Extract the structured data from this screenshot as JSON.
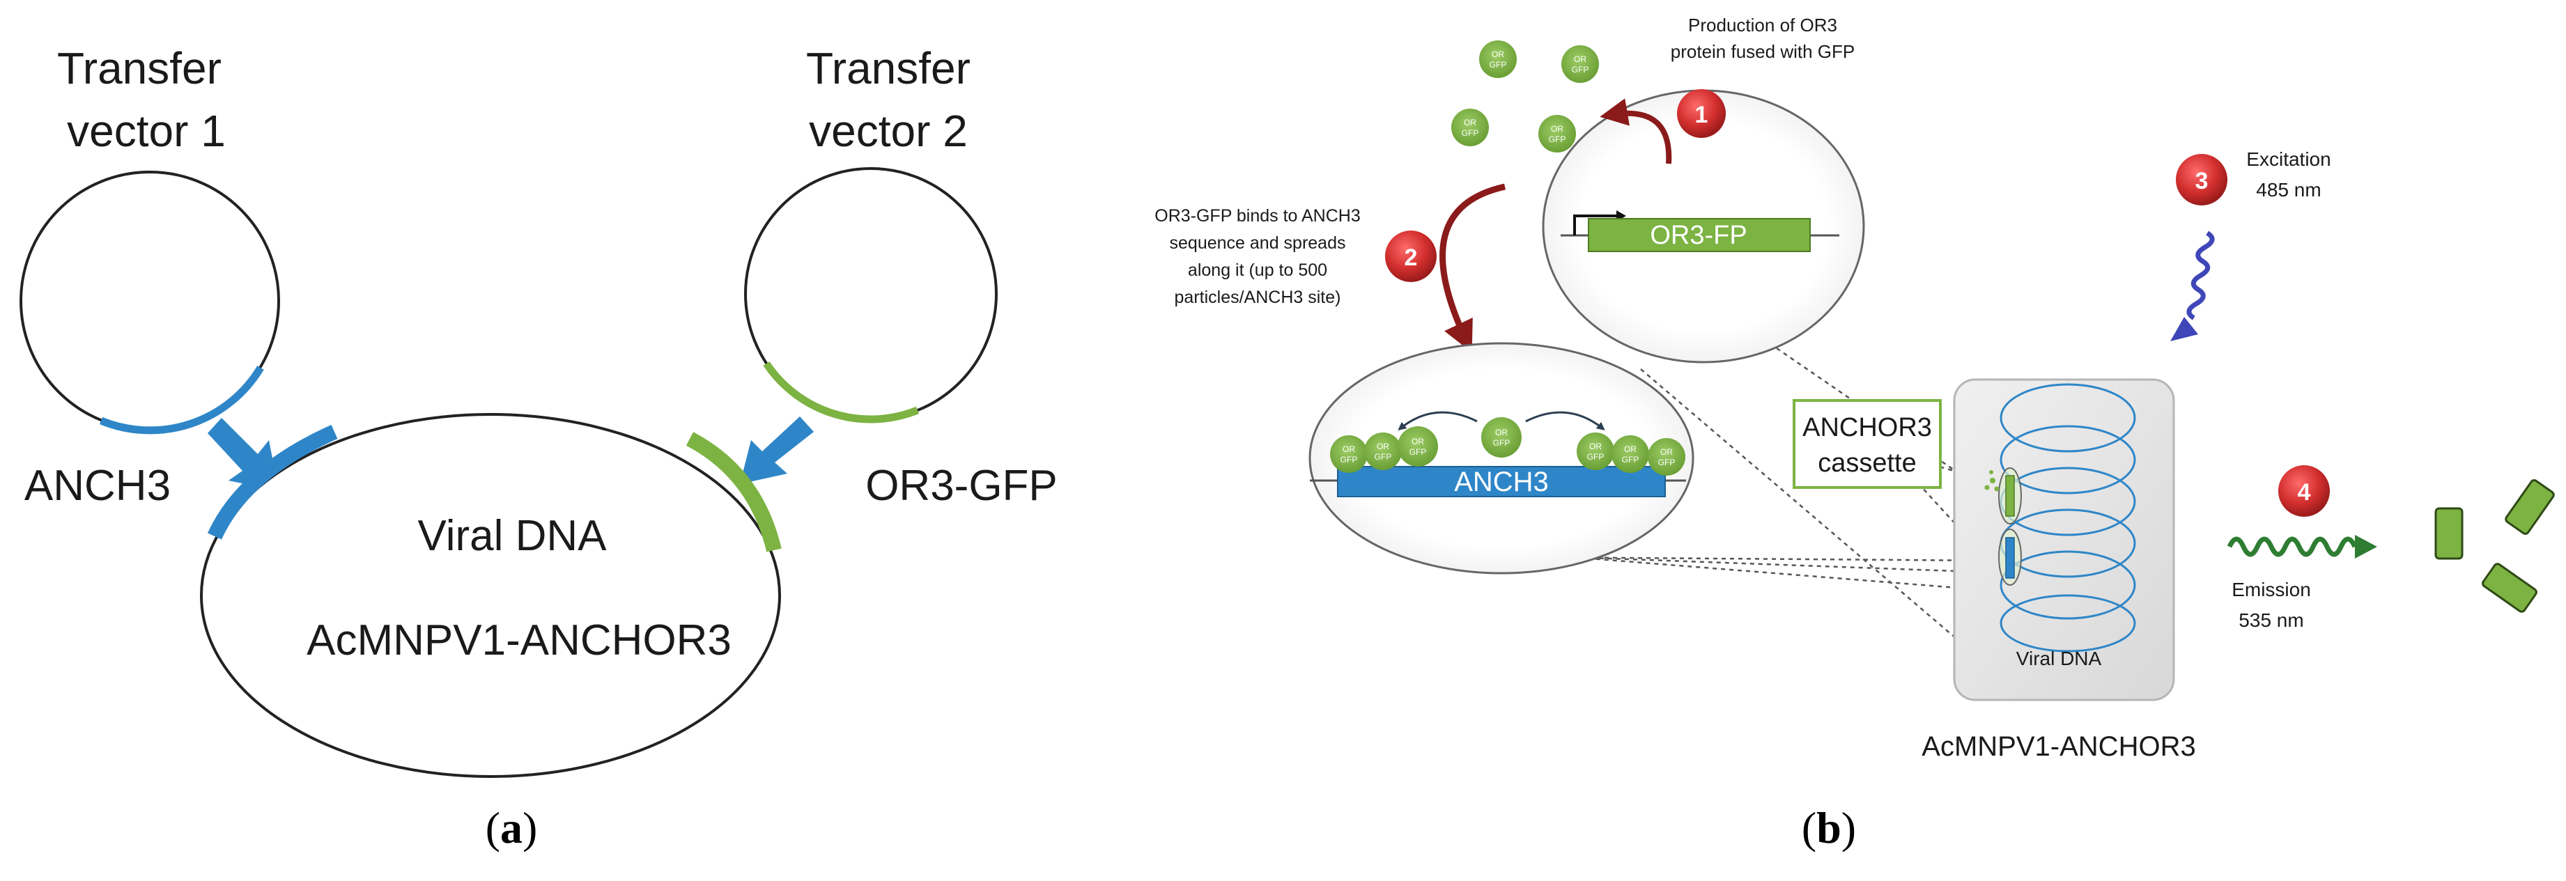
{
  "panel_a": {
    "transfer_vector_1": [
      "Transfer",
      "vector 1"
    ],
    "transfer_vector_2": [
      "Transfer",
      "vector 2"
    ],
    "anch3_label": "ANCH3",
    "or3_gfp_label": "OR3-GFP",
    "viral_dna": "Viral DNA",
    "construct": "AcMNPV1-ANCHOR3",
    "caption": {
      "open": "(",
      "letter": "a",
      "close": ")"
    }
  },
  "panel_b": {
    "production_text": [
      "Production of OR3",
      "protein fused with GFP"
    ],
    "binding_text": [
      "OR3-GFP binds to ANCH3",
      "sequence and spreads",
      "along it (up to 500",
      "particles/ANCH3 site)"
    ],
    "excitation": [
      "Excitation",
      "485 nm"
    ],
    "emission": [
      "Emission",
      "535 nm"
    ],
    "steps": [
      "1",
      "2",
      "3",
      "4"
    ],
    "or3_fp": "OR3-FP",
    "anch3": "ANCH3",
    "cassette": [
      "ANCHOR3",
      "cassette"
    ],
    "viral_dna": "Viral DNA",
    "construct": "AcMNPV1-ANCHOR3",
    "particle_label": [
      "OR",
      "GFP"
    ],
    "caption": {
      "open": "(",
      "letter": "b",
      "close": ")"
    }
  },
  "colors": {
    "blue": "#2e86c8",
    "green": "#7cb342",
    "dark_green": "#2e7d32",
    "step_red": "#d32f2f",
    "wave_blue": "#3f46b8",
    "box_gray": "#e6e6e6"
  }
}
